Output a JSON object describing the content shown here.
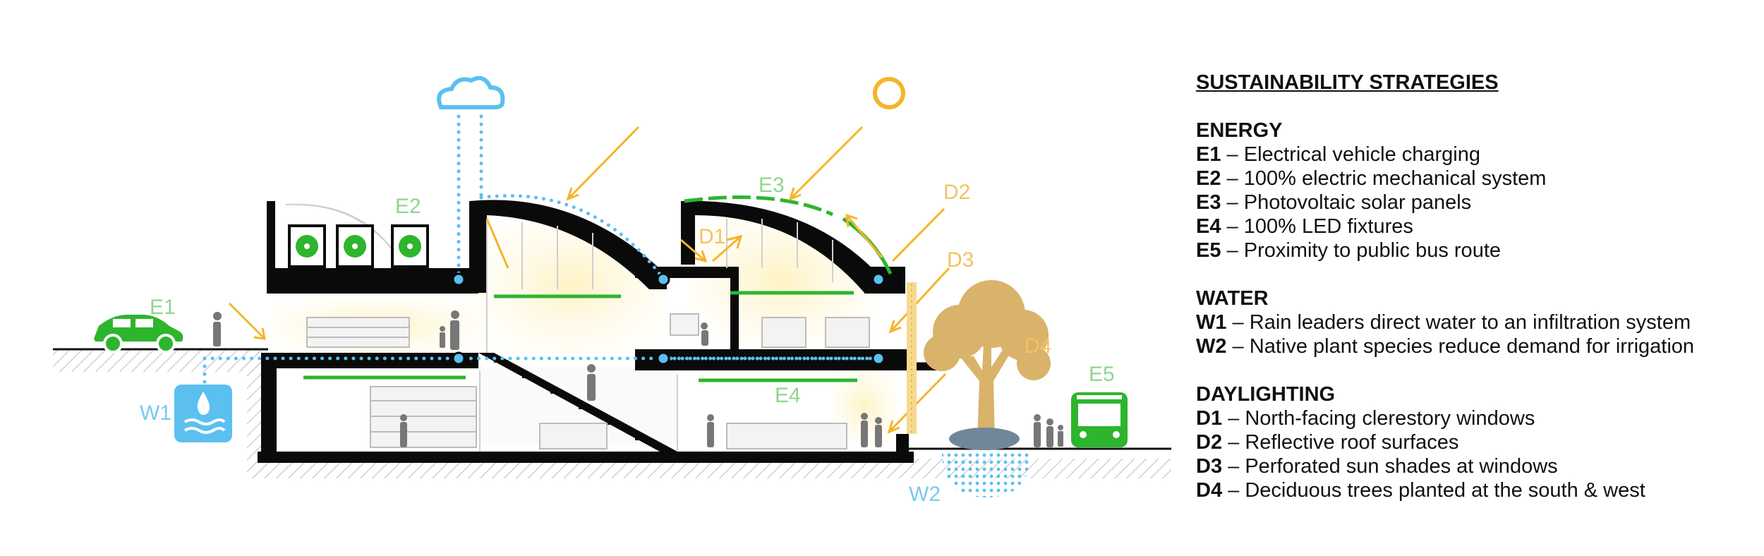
{
  "legend": {
    "title": "SUSTAINABILITY STRATEGIES",
    "sections": [
      {
        "heading": "ENERGY",
        "items": [
          {
            "code": "E1",
            "text": "Electrical vehicle charging"
          },
          {
            "code": "E2",
            "text": "100% electric mechanical system"
          },
          {
            "code": "E3",
            "text": "Photovoltaic solar panels"
          },
          {
            "code": "E4",
            "text": "100% LED fixtures"
          },
          {
            "code": "E5",
            "text": "Proximity to public bus route"
          }
        ]
      },
      {
        "heading": "WATER",
        "items": [
          {
            "code": "W1",
            "text": "Rain leaders direct water to an infiltration system"
          },
          {
            "code": "W2",
            "text": "Native plant species reduce demand for irrigation"
          }
        ]
      },
      {
        "heading": "DAYLIGHTING",
        "items": [
          {
            "code": "D1",
            "text": "North-facing clerestory windows"
          },
          {
            "code": "D2",
            "text": "Reflective roof surfaces"
          },
          {
            "code": "D3",
            "text": "Perforated sun shades at windows"
          },
          {
            "code": "D4",
            "text": "Deciduous trees planted at the south & west"
          }
        ]
      }
    ],
    "separator": " – "
  },
  "diagram_labels": {
    "e1": "E1",
    "e2": "E2",
    "e3": "E3",
    "e4": "E4",
    "e5": "E5",
    "w1": "W1",
    "w2": "W2",
    "d1": "D1",
    "d2": "D2",
    "d3": "D3",
    "d4": "D4"
  },
  "colors": {
    "energy": "#2db52d",
    "energy_label": "#8fd68f",
    "water": "#5bc0f0",
    "water_label": "#7ac9f0",
    "daylight": "#f4b52a",
    "daylight_label": "#f4c261",
    "structure": "#0a0a0a",
    "people": "#777777",
    "tree": "#d9b36a"
  }
}
